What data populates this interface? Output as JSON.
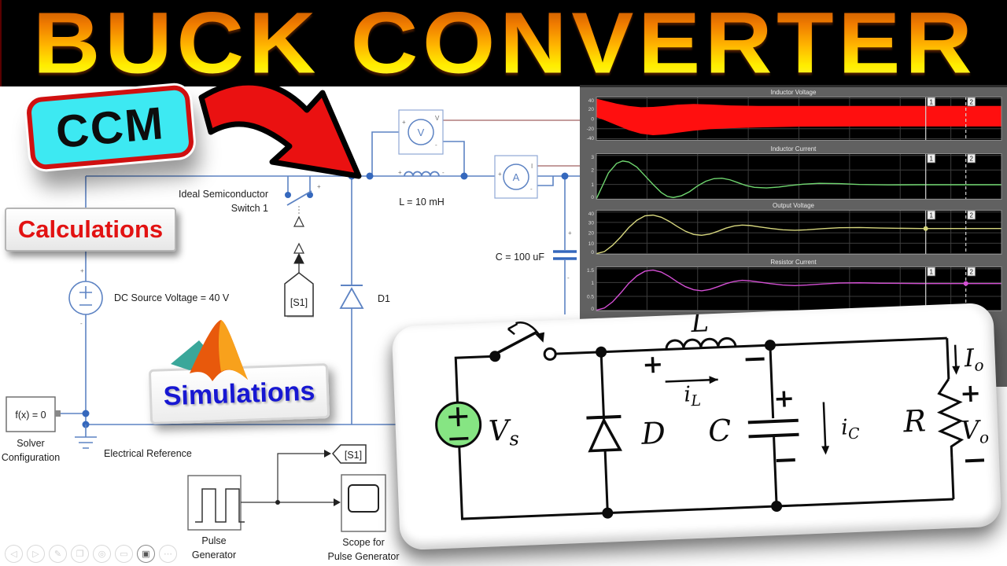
{
  "banner": {
    "title": "BUCK CONVERTER"
  },
  "overlays": {
    "ccm": "CCM",
    "calculations": "Calculations",
    "simulations": "Simulations"
  },
  "diagram": {
    "switch_name_line1": "Ideal Semiconductor",
    "switch_name_line2": "Switch 1",
    "inductor_label": "L = 10 mH",
    "source_label": "DC Source Voltage = 40 V",
    "capacitor_label": "C = 100 uF",
    "diode_label": "D1",
    "from_tag": "[S1]",
    "goto_tag": "[S1]",
    "solver_icon": "f(x) = 0",
    "solver_name_line1": "Solver",
    "solver_name_line2": "Configuration",
    "ground_label": "Electrical Reference",
    "pulse_name_line1": "Pulse",
    "pulse_name_line2": "Generator",
    "scope_name_line1": "Scope for",
    "scope_name_line2": "Pulse Generator",
    "voltage_sensor_glyph": "V",
    "current_sensor_glyph": "A",
    "voltage_port": "V",
    "current_port": "I",
    "plus": "+",
    "minus": "-"
  },
  "scope_window": {
    "cursors": [
      {
        "label": "1",
        "frac": 0.813,
        "dashed": false
      },
      {
        "label": "2",
        "frac": 0.912,
        "dashed": true
      }
    ]
  },
  "chart_data": [
    {
      "type": "band",
      "title": "Inductor Voltage",
      "color": "#ff0f0f",
      "ylim": [
        -44,
        44
      ],
      "yticks": [
        40,
        20,
        0,
        -20,
        -40
      ],
      "ytick_labels": [
        "40",
        "20",
        "0",
        "-20",
        "-40"
      ],
      "x": [
        0,
        0.02,
        0.05,
        0.08,
        0.11,
        0.14,
        0.17,
        0.2,
        0.24,
        0.28,
        0.33,
        0.4,
        0.5,
        0.65,
        1
      ],
      "upper": [
        40,
        36,
        30,
        25.5,
        23,
        23.5,
        25.5,
        28,
        29.5,
        28.5,
        26.5,
        25.5,
        25.5,
        25.5,
        25.5
      ],
      "lower": [
        3,
        -3,
        -13,
        -23,
        -30,
        -33,
        -31.5,
        -28,
        -24,
        -21,
        -19,
        -17.5,
        -16,
        -15.5,
        -15.5
      ]
    },
    {
      "type": "line",
      "title": "Inductor Current",
      "color": "#6fd66f",
      "ylim": [
        -0.05,
        3.15
      ],
      "yticks": [
        3,
        2,
        1,
        0
      ],
      "ytick_labels": [
        "3",
        "2",
        "1",
        "0"
      ],
      "x": [
        0,
        0.015,
        0.03,
        0.05,
        0.065,
        0.08,
        0.1,
        0.12,
        0.14,
        0.16,
        0.175,
        0.19,
        0.21,
        0.23,
        0.25,
        0.27,
        0.29,
        0.31,
        0.33,
        0.35,
        0.37,
        0.39,
        0.42,
        0.45,
        0.48,
        0.51,
        0.55,
        0.6,
        0.65,
        0.72,
        0.8,
        1
      ],
      "y": [
        0,
        0.9,
        1.8,
        2.45,
        2.62,
        2.55,
        2.2,
        1.6,
        1.0,
        0.45,
        0.18,
        0.1,
        0.22,
        0.5,
        0.9,
        1.22,
        1.4,
        1.43,
        1.32,
        1.12,
        0.92,
        0.8,
        0.76,
        0.82,
        0.93,
        1.02,
        1.08,
        1.06,
        1.0,
        0.97,
        0.98,
        0.98
      ]
    },
    {
      "type": "line",
      "title": "Output Voltage",
      "color": "#d6d67e",
      "ylim": [
        -1,
        42
      ],
      "yticks": [
        40,
        30,
        20,
        10,
        0
      ],
      "ytick_labels": [
        "40",
        "30",
        "20",
        "10",
        "0"
      ],
      "x": [
        0,
        0.02,
        0.04,
        0.06,
        0.08,
        0.1,
        0.12,
        0.14,
        0.16,
        0.18,
        0.2,
        0.22,
        0.24,
        0.26,
        0.28,
        0.3,
        0.32,
        0.34,
        0.36,
        0.38,
        0.4,
        0.43,
        0.46,
        0.49,
        0.52,
        0.56,
        0.6,
        0.65,
        0.7,
        0.8,
        1
      ],
      "y": [
        0,
        2,
        8,
        16,
        25,
        32,
        36.3,
        37,
        35,
        31,
        26,
        21.5,
        18.5,
        17.6,
        18.8,
        21.5,
        24.5,
        26.6,
        27.4,
        27,
        25.8,
        24.2,
        22.9,
        22.4,
        22.9,
        24,
        24.9,
        25.1,
        24.6,
        24.1,
        24.1
      ],
      "marker": {
        "cursor": 0,
        "y": 24.1
      }
    },
    {
      "type": "line",
      "title": "Resistor Current",
      "color": "#d44fd4",
      "ylim": [
        -0.04,
        1.58
      ],
      "yticks": [
        1.5,
        1,
        0.5,
        0
      ],
      "ytick_labels": [
        "1.5",
        "1",
        "0.5",
        "0"
      ],
      "x": [
        0,
        0.02,
        0.04,
        0.06,
        0.08,
        0.1,
        0.12,
        0.14,
        0.16,
        0.18,
        0.2,
        0.22,
        0.24,
        0.26,
        0.28,
        0.3,
        0.32,
        0.34,
        0.36,
        0.38,
        0.4,
        0.43,
        0.46,
        0.49,
        0.52,
        0.56,
        0.6,
        0.65,
        0.7,
        0.8,
        1
      ],
      "y": [
        0,
        0.08,
        0.3,
        0.62,
        0.97,
        1.24,
        1.41,
        1.45,
        1.38,
        1.22,
        1.02,
        0.85,
        0.74,
        0.7,
        0.75,
        0.85,
        0.96,
        1.04,
        1.08,
        1.06,
        1.02,
        0.96,
        0.91,
        0.89,
        0.91,
        0.95,
        0.98,
        0.99,
        0.975,
        0.965,
        0.965
      ],
      "marker": {
        "cursor": 1,
        "y": 0.965
      }
    }
  ],
  "schematic": {
    "source_base": "V",
    "source_sub": "s",
    "diode": "D",
    "inductor": "L",
    "ind_current_base": "i",
    "ind_current_sub": "L",
    "capacitor": "C",
    "cap_current_base": "i",
    "cap_current_sub": "C",
    "resistor": "R",
    "out_current_base": "I",
    "out_current_sub": "o",
    "out_voltage_base": "V",
    "out_voltage_sub": "o"
  },
  "toolbar": {
    "icons": [
      {
        "name": "back",
        "glyph": "◁"
      },
      {
        "name": "forward",
        "glyph": "▷"
      },
      {
        "name": "edit",
        "glyph": "✎"
      },
      {
        "name": "copy",
        "glyph": "❐"
      },
      {
        "name": "search",
        "glyph": "◎"
      },
      {
        "name": "panel",
        "glyph": "▭"
      },
      {
        "name": "camera",
        "glyph": "▣"
      },
      {
        "name": "more",
        "glyph": "⋯"
      }
    ]
  }
}
